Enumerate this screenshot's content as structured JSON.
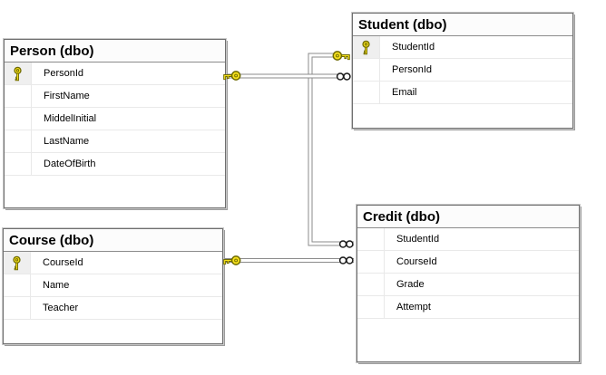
{
  "diagram": {
    "type": "database-diagram",
    "background": "#ffffff"
  },
  "colors": {
    "key-fill": "#f7e11c",
    "key-stroke": "#6e6a00",
    "connector": "#8b8b8b",
    "infinity-stroke": "#1a1a1a",
    "table-border": "#6e6e6e",
    "table-outline": "#c9c9c9",
    "table-shadow": "#9b9b9b",
    "header-divider": "#8b8b8b",
    "row-divider": "#e9e9e9",
    "pk-cell-bg": "#efefef",
    "canvas-bg": "#ffffff"
  },
  "tables": {
    "person": {
      "title": "Person (dbo)",
      "pk": "PersonId",
      "columns": [
        "PersonId",
        "FirstName",
        "MiddelInitial",
        "LastName",
        "DateOfBirth"
      ]
    },
    "student": {
      "title": "Student (dbo)",
      "pk": "StudentId",
      "columns": [
        "StudentId",
        "PersonId",
        "Email"
      ]
    },
    "course": {
      "title": "Course (dbo)",
      "pk": "CourseId",
      "columns": [
        "CourseId",
        "Name",
        "Teacher"
      ]
    },
    "credit": {
      "title": "Credit (dbo)",
      "pk": null,
      "columns": [
        "StudentId",
        "CourseId",
        "Grade",
        "Attempt"
      ]
    }
  },
  "relationships": [
    {
      "id": "fk-student-person",
      "one_side": "Person.PersonId",
      "many_side": "Student.PersonId",
      "one_symbol": "key",
      "many_symbol": "infinity"
    },
    {
      "id": "fk-credit-student",
      "one_side": "Student.StudentId",
      "many_side": "Credit.StudentId",
      "one_symbol": "key",
      "many_symbol": "infinity"
    },
    {
      "id": "fk-credit-course",
      "one_side": "Course.CourseId",
      "many_side": "Credit.CourseId",
      "one_symbol": "key",
      "many_symbol": "infinity"
    }
  ]
}
